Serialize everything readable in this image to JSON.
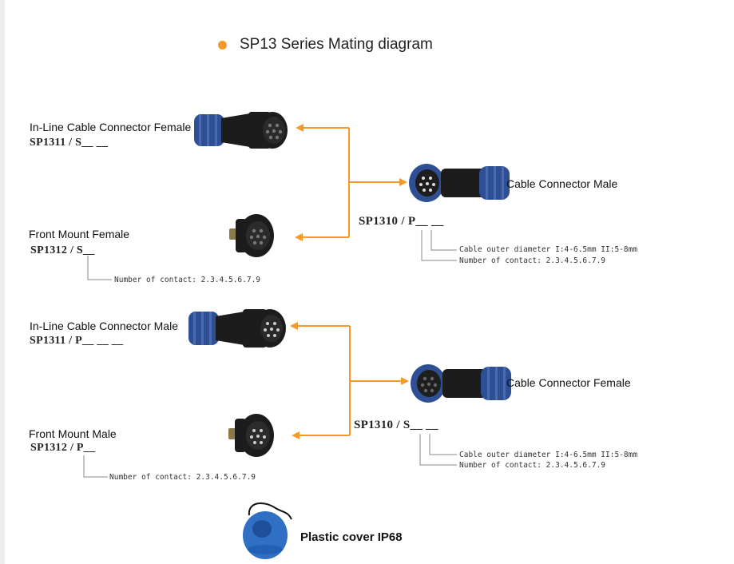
{
  "title": "SP13 Series Mating diagram",
  "colors": {
    "arrow": "#f39a2b",
    "bullet": "#f39a2b",
    "body_black": "#1c1c1c",
    "nut_blue": "#2f4f95",
    "cover_blue": "#2f6fc4",
    "leader_grey": "#8a8a8a"
  },
  "group1": {
    "inline_female": {
      "label": "In-Line Cable Connector Female",
      "code": "SP1311 / S__ __"
    },
    "front_female": {
      "label": "Front Mount  Female",
      "code": "SP1312 / S__",
      "contacts_note": "Number  of  contact:  2.3.4.5.6.7.9"
    },
    "cable_male": {
      "label": "Cable Connector Male",
      "code": "SP1310 / P__ __",
      "diameter_note": "Cable  outer  diameter  I:4-6.5mm  II:5-8mm",
      "contacts_note": "Number  of  contact:  2.3.4.5.6.7.9"
    }
  },
  "group2": {
    "inline_male": {
      "label": "In-Line Cable Connector Male",
      "code": "SP1311 / P__ __ __"
    },
    "front_male": {
      "label": "Front Mount  Male",
      "code": "SP1312 / P__",
      "contacts_note": "Number  of  contact:  2.3.4.5.6.7.9"
    },
    "cable_female": {
      "label": "Cable Connector Female",
      "code": "SP1310 / S__ __",
      "diameter_note": "Cable  outer  diameter  I:4-6.5mm  II:5-8mm",
      "contacts_note": "Number  of  contact:  2.3.4.5.6.7.9"
    }
  },
  "cover": {
    "label": "Plastic cover IP68"
  }
}
